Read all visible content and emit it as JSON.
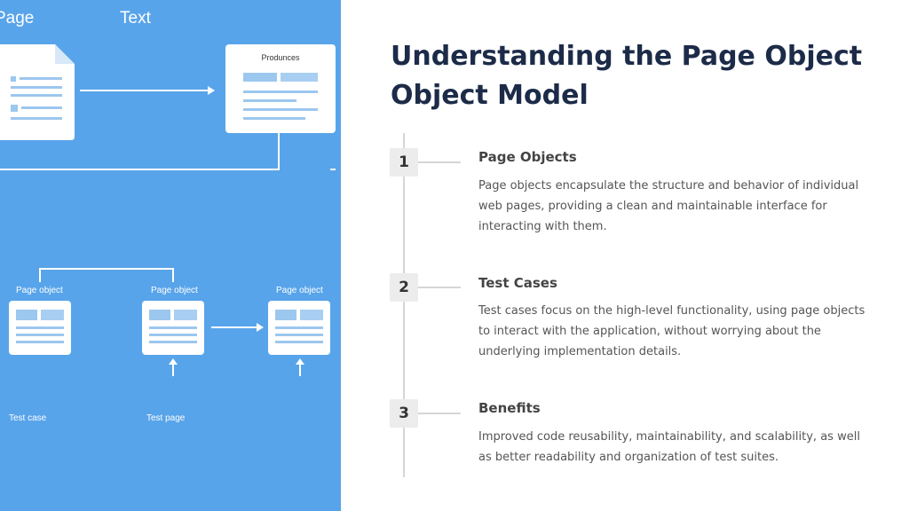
{
  "illustration": {
    "label_page": "Page",
    "label_text": "Text",
    "label_produces": "Produnces",
    "label_page_object_1": "Page object",
    "label_page_object_2": "Page object",
    "label_page_object_3": "Page object",
    "label_test_case": "Test case",
    "label_test_page": "Test page",
    "background_color": "#58a4ea"
  },
  "slide": {
    "title": "Understanding the Page Object Object Model",
    "title_color": "#1c2b48",
    "steps": [
      {
        "number": "1",
        "heading": "Page Objects",
        "body": "Page objects encapsulate the structure and behavior of individual web pages, providing a clean and maintainable interface for interacting with them."
      },
      {
        "number": "2",
        "heading": "Test Cases",
        "body": "Test cases focus on the high-level functionality, using page objects to interact with the application, without worrying about the underlying implementation details."
      },
      {
        "number": "3",
        "heading": "Benefits",
        "body": "Improved code reusability, maintainability, and scalability, as well as better readability and organization of test suites."
      }
    ]
  }
}
